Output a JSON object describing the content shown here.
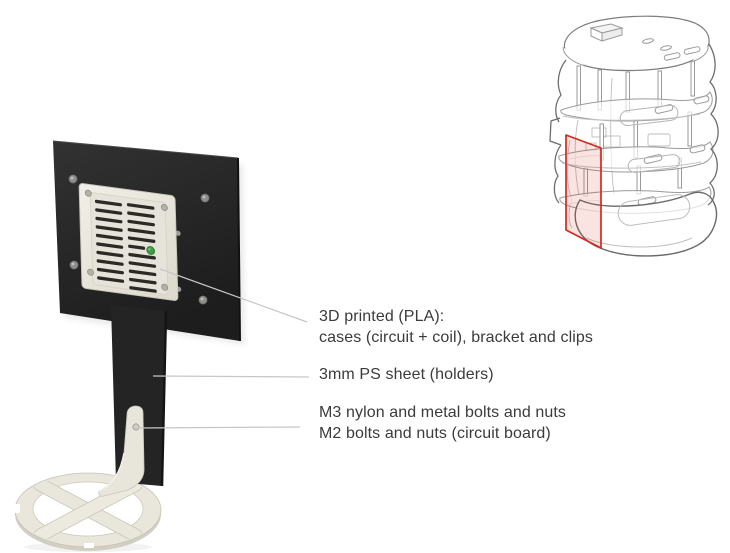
{
  "annotations": {
    "labels": [
      {
        "id": "materials-3d-printed",
        "lines": [
          "3D printed (PLA):",
          "cases (circuit + coil), bracket and clips"
        ]
      },
      {
        "id": "material-ps-sheet",
        "lines": [
          "3mm PS sheet (holders)"
        ]
      },
      {
        "id": "fasteners",
        "lines": [
          "M3 nylon and metal bolts and nuts",
          "M2 bolts and nuts (circuit board)"
        ]
      }
    ]
  },
  "colors": {
    "panel_black": "#262626",
    "case_cream": "#eae7de",
    "ring_cream": "#e9e6dc",
    "led_green": "#3f9e43",
    "highlight_red": "#d02b20",
    "leader_gray": "#c7c7c7",
    "wireframe_gray": "#9a9a9a",
    "text_gray": "#3b3b3b"
  }
}
